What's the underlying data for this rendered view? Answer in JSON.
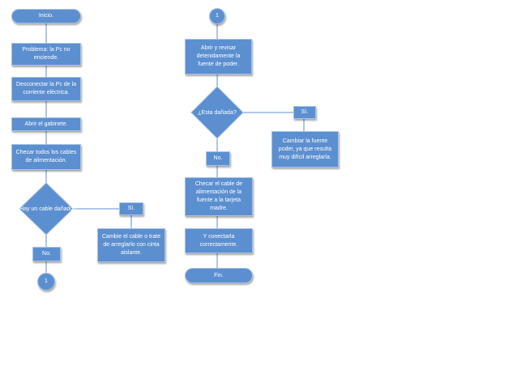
{
  "colors": {
    "node_fill": "#5b8fd0",
    "node_border": "#a9c3e6",
    "line": "#5b8fd0",
    "text": "#ffffff"
  },
  "left": {
    "start": "Inicio.",
    "problem": "Problema: la Pc no enciende.",
    "disconnect": "Desconectar la Pc de la corriente eléctrica.",
    "open_case": "Abrir el gabinete.",
    "check_cables": "Checar todos los cables de alimentación.",
    "decision": "¿Hay un cable dañado?",
    "yes": "Sí.",
    "fix_cable": "Cambie el cable o trate de arreglarlo con cinta aislante.",
    "no": "No.",
    "connector": "1"
  },
  "right": {
    "connector": "1",
    "inspect_psu": "Abrir y revisar detenidamente la fuente de poder.",
    "decision": "¿Esta dañada?",
    "yes": "Sí.",
    "replace_psu": "Cambiar la fuente poder, ya que resulta muy difícil arreglarla.",
    "no": "No.",
    "check_mobo_cable": "Checar el cable de alimentación de la fuente a la tarjeta madre.",
    "reconnect": "Y conectarla correctamente.",
    "end": "Fin."
  }
}
